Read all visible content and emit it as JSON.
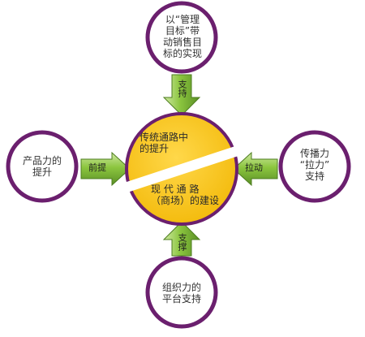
{
  "diagram": {
    "center": {
      "top_text": "传统通路中\n的提升",
      "bottom_text": "现 代 通 路\n（商场）的建设"
    },
    "nodes": {
      "top": "以“管理\n目标”带\n动销售目\n标的实现",
      "left": "产品力的\n提升",
      "right": "传播力\n“拉力”\n支持",
      "bottom": "组织力的\n平台支持"
    },
    "arrows": {
      "top": "支持",
      "left": "前提",
      "right": "拉动",
      "bottom": "支撑"
    },
    "colors": {
      "circle_outline": "#6b1f6e",
      "center_fill": "#f5c518",
      "arrow_fill": "#8cc63f",
      "arrow_dark": "#5a8f26",
      "arrow_light": "#c9e69a"
    }
  }
}
